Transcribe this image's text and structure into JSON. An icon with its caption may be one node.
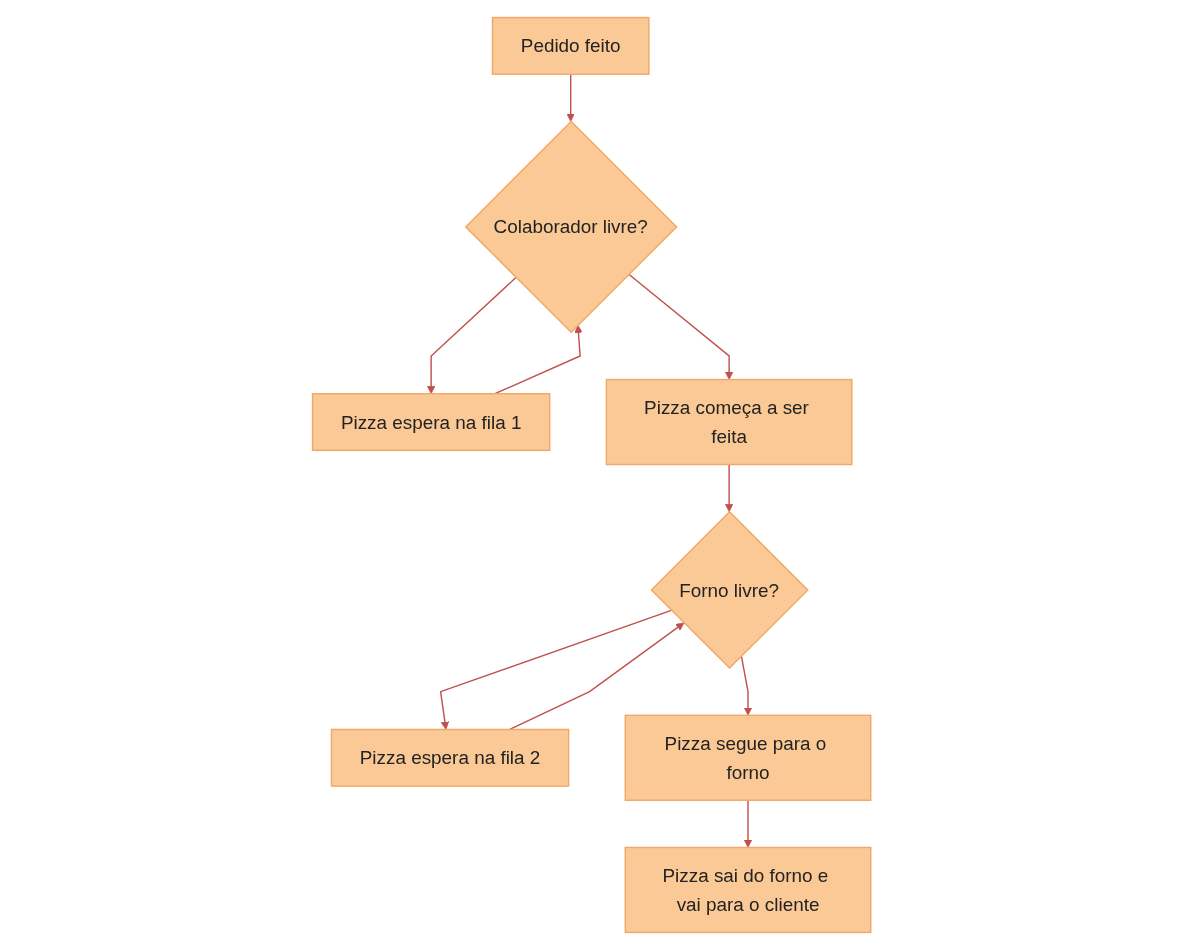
{
  "diagram": {
    "nodes": [
      {
        "text": [
          "Pedido feito"
        ]
      },
      {
        "text": [
          "Colaborador livre?"
        ]
      },
      {
        "text": [
          "Pizza espera na fila 1"
        ]
      },
      {
        "text": [
          "Pizza começa a ser feita"
        ]
      },
      {
        "text": [
          "Forno livre?"
        ]
      },
      {
        "text": [
          "Pizza espera na fila 2"
        ]
      },
      {
        "text": [
          "Pizza segue para o forno"
        ]
      },
      {
        "text": [
          "Pizza sai do forno e vai para o cliente"
        ]
      }
    ],
    "edges": [
      {
        "from": 0,
        "to": 1,
        "arrow": "to"
      },
      {
        "from": 1,
        "to": 2,
        "arrow": "to"
      },
      {
        "from": 2,
        "to": 1,
        "arrow": "to"
      },
      {
        "from": 1,
        "to": 3,
        "arrow": "to"
      },
      {
        "from": 3,
        "to": 4,
        "arrow": "to"
      },
      {
        "from": 4,
        "to": 5,
        "arrow": "to"
      },
      {
        "from": 5,
        "to": 4,
        "arrow": "to"
      },
      {
        "from": 4,
        "to": 6,
        "arrow": "to"
      },
      {
        "from": 6,
        "to": 7,
        "arrow": "to"
      }
    ]
  }
}
